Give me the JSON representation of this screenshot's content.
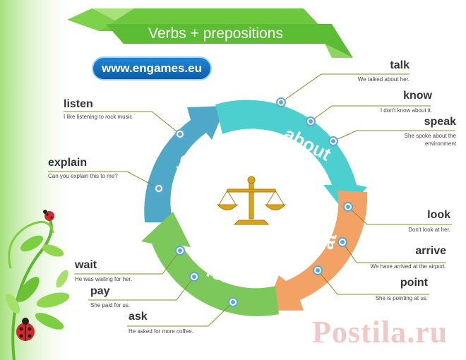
{
  "header": {
    "title": "Verbs + prepositions"
  },
  "site_badge": "www.engames.eu",
  "arrows": {
    "about": {
      "label": "about",
      "color": "#4dcfcf"
    },
    "at": {
      "label": "at",
      "color": "#f2a265"
    },
    "for": {
      "label": "for",
      "color": "#7cc85a"
    },
    "to": {
      "label": "to",
      "color": "#4fa8c8"
    }
  },
  "verbs": [
    {
      "verb": "talk",
      "example": "We talked about her."
    },
    {
      "verb": "know",
      "example": "I don't know about it."
    },
    {
      "verb": "speak",
      "example": "She spoke about the environment"
    },
    {
      "verb": "look",
      "example": "Don't look at her."
    },
    {
      "verb": "arrive",
      "example": "We have arrived at the airport."
    },
    {
      "verb": "point",
      "example": "She is pointing at us."
    },
    {
      "verb": "listen",
      "example": "I like listening to rock music"
    },
    {
      "verb": "explain",
      "example": "Can you explain this to me?"
    },
    {
      "verb": "wait",
      "example": "He was waiting for her."
    },
    {
      "verb": "pay",
      "example": "She paid for us."
    },
    {
      "verb": "ask",
      "example": "He asked for more coffee."
    }
  ],
  "watermark": "Postila.ru"
}
